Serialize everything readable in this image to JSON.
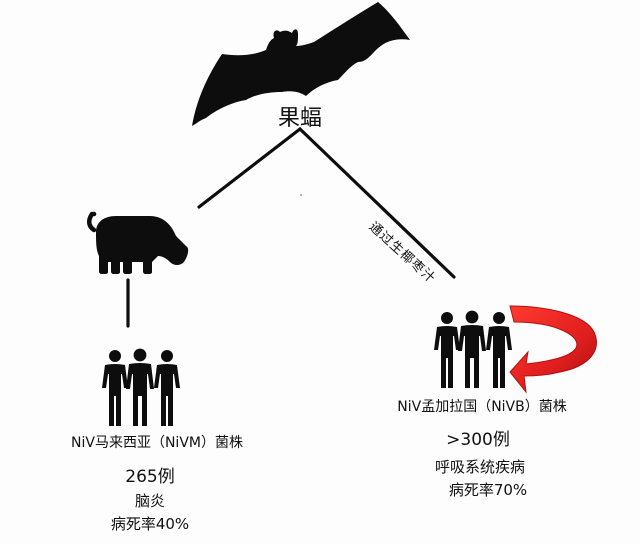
{
  "diagram": {
    "title": "NiV transmission diagram",
    "nodes": {
      "bat": {
        "label": "果蝠",
        "icon": "bat-icon"
      },
      "pig": {
        "icon": "pig-icon"
      },
      "people_left": {
        "icon": "people-group-icon"
      },
      "people_right": {
        "icon": "people-group-icon"
      }
    },
    "edges": {
      "bat_to_pig": {
        "label": ""
      },
      "bat_to_people_right": {
        "label": "通过生椰枣汁"
      },
      "pig_to_people_left": {
        "label": ""
      },
      "human_to_human": {
        "icon": "curved-arrow-icon",
        "color": "#e01e1e"
      }
    },
    "left_branch": {
      "strain": "NiV马来西亚（NiVM）菌株",
      "cases": "265例",
      "disease": "脑炎",
      "fatality": "病死率40%"
    },
    "right_branch": {
      "strain": "NiV孟加拉国（NiVB）菌株",
      "cases": ">300例",
      "disease": "呼吸系统疾病",
      "fatality": "病死率70%"
    }
  },
  "colors": {
    "background": "#fdfdfd",
    "ink": "#0d0d0d",
    "arrow_red": "#e01e1e",
    "arrow_red_dark": "#a80f0f"
  }
}
